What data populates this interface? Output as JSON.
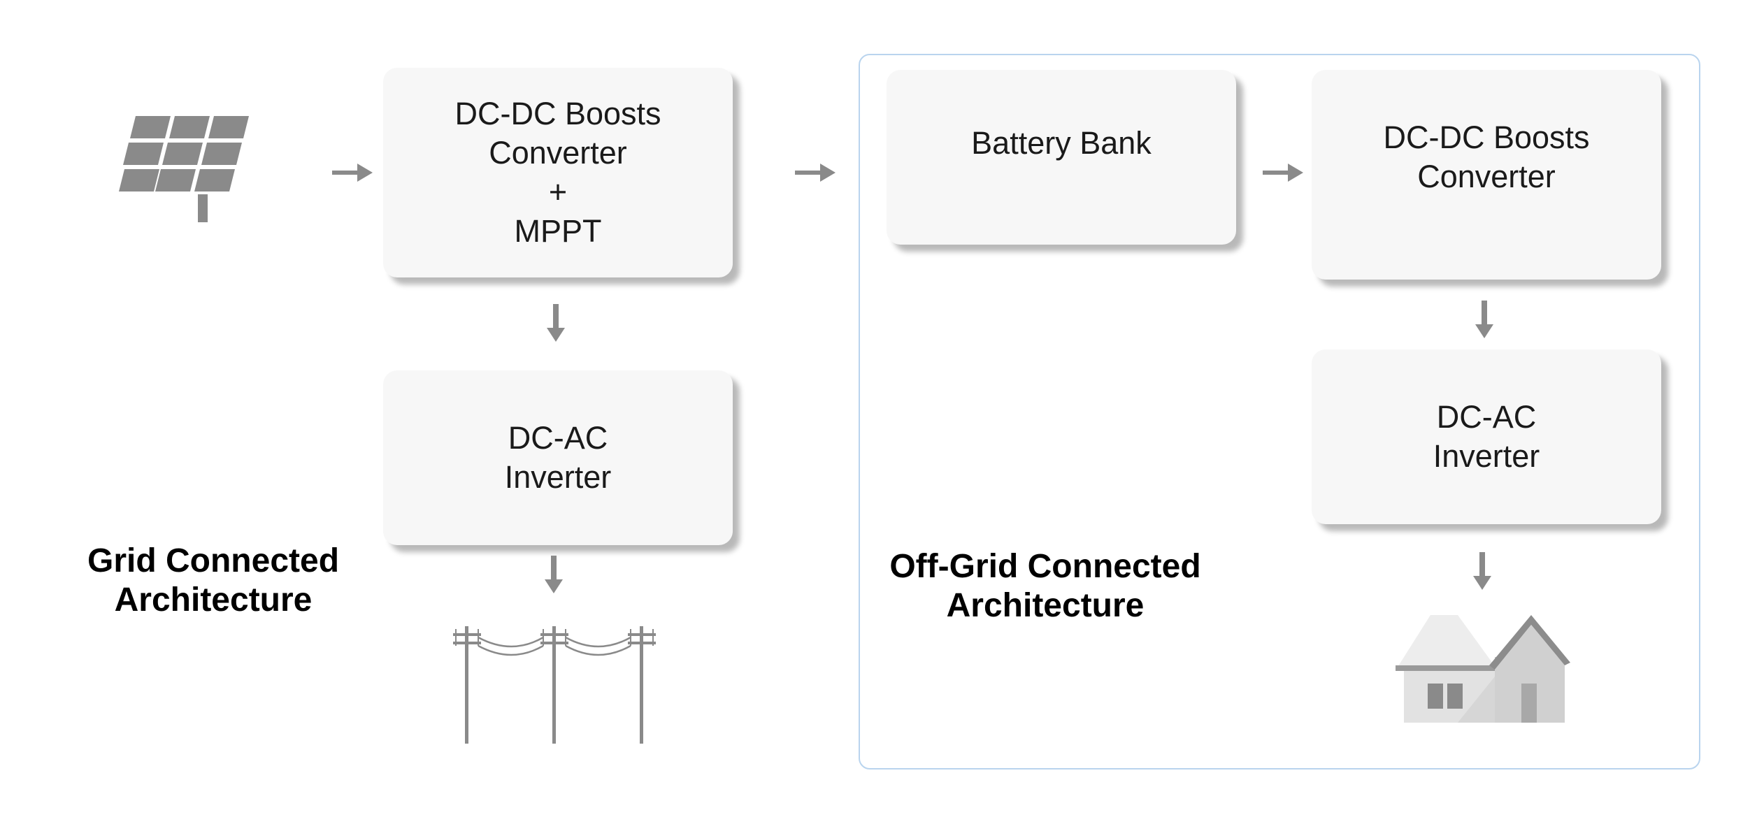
{
  "grid": {
    "label_lines": [
      "Grid Connected",
      "Architecture"
    ],
    "boost_box_lines": [
      "DC-DC Boosts",
      "Converter",
      "+",
      "MPPT"
    ],
    "inverter_box_lines": [
      "DC-AC",
      "Inverter"
    ]
  },
  "offgrid": {
    "label_lines": [
      "Off-Grid Connected",
      "Architecture"
    ],
    "battery_box_label": "Battery Bank",
    "boost_box_lines": [
      "DC-DC Boosts",
      "Converter"
    ],
    "inverter_box_lines": [
      "DC-AC",
      "Inverter"
    ]
  },
  "icons": {
    "source": "solar-panel-icon",
    "grid_output": "power-line-poles-icon",
    "offgrid_output": "house-icon",
    "connector": "arrow-icon"
  },
  "colors": {
    "box_fill": "#f7f7f7",
    "icon_gray": "#8a8a8a",
    "frame_border": "#b9d4ee"
  }
}
